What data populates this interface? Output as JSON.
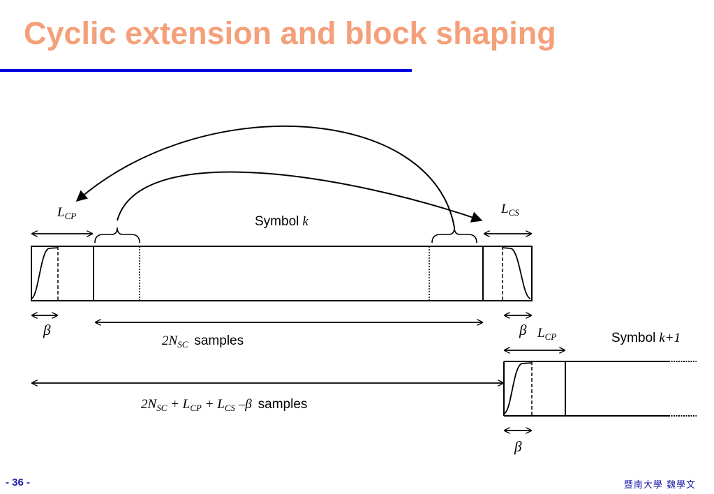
{
  "slide": {
    "title": "Cyclic extension and block shaping",
    "page_number": "- 36 -",
    "footer": "暨南大學 魏學文"
  },
  "diagram": {
    "lcp_main": "L",
    "lcp_main_sub": "CP",
    "lcs_main": "L",
    "lcs_main_sub": "CS",
    "symbol_k_word": "Symbol",
    "symbol_k_var": "k",
    "beta_left": "β",
    "span_2nsc_var": "2N",
    "span_2nsc_sub": "SC",
    "span_2nsc_word": "samples",
    "beta_right": "β",
    "lcp_next": "L",
    "lcp_next_sub": "CP",
    "symbol_k1_word": "Symbol",
    "symbol_k1_var": "k+1",
    "total_prefix": "2N",
    "total_sub_sc": "SC",
    "total_plus_l1": " + L",
    "total_sub_cp": "CP",
    "total_plus_l2": " + L",
    "total_sub_cs": "CS",
    "total_minus_beta": " –β",
    "total_word": "samples",
    "beta_bottom": "β"
  }
}
